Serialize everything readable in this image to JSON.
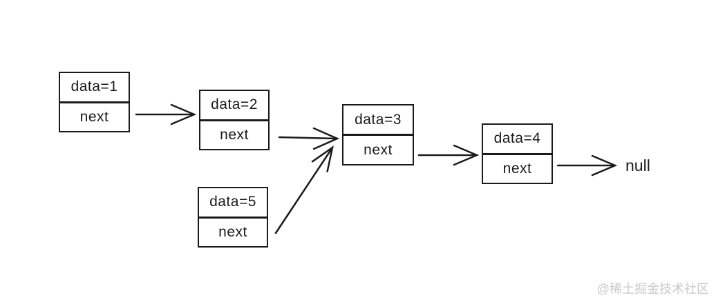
{
  "diagram": {
    "type": "singly-linked-list",
    "nodes": [
      {
        "id": "node1",
        "data_label": "data=1",
        "next_label": "next"
      },
      {
        "id": "node2",
        "data_label": "data=2",
        "next_label": "next"
      },
      {
        "id": "node3",
        "data_label": "data=3",
        "next_label": "next"
      },
      {
        "id": "node4",
        "data_label": "data=4",
        "next_label": "next"
      },
      {
        "id": "node5",
        "data_label": "data=5",
        "next_label": "next"
      }
    ],
    "terminal_label": "null",
    "arrows": [
      {
        "from": "node1",
        "to": "node2"
      },
      {
        "from": "node2",
        "to": "node3"
      },
      {
        "from": "node5",
        "to": "node3"
      },
      {
        "from": "node3",
        "to": "node4"
      },
      {
        "from": "node4",
        "to": "null"
      }
    ],
    "colors": {
      "line": "#1a1a1a",
      "text": "#1a1a1a",
      "background": "#ffffff",
      "watermark": "#c9c9c9"
    }
  },
  "watermark": {
    "text": "@稀土掘金技术社区"
  }
}
